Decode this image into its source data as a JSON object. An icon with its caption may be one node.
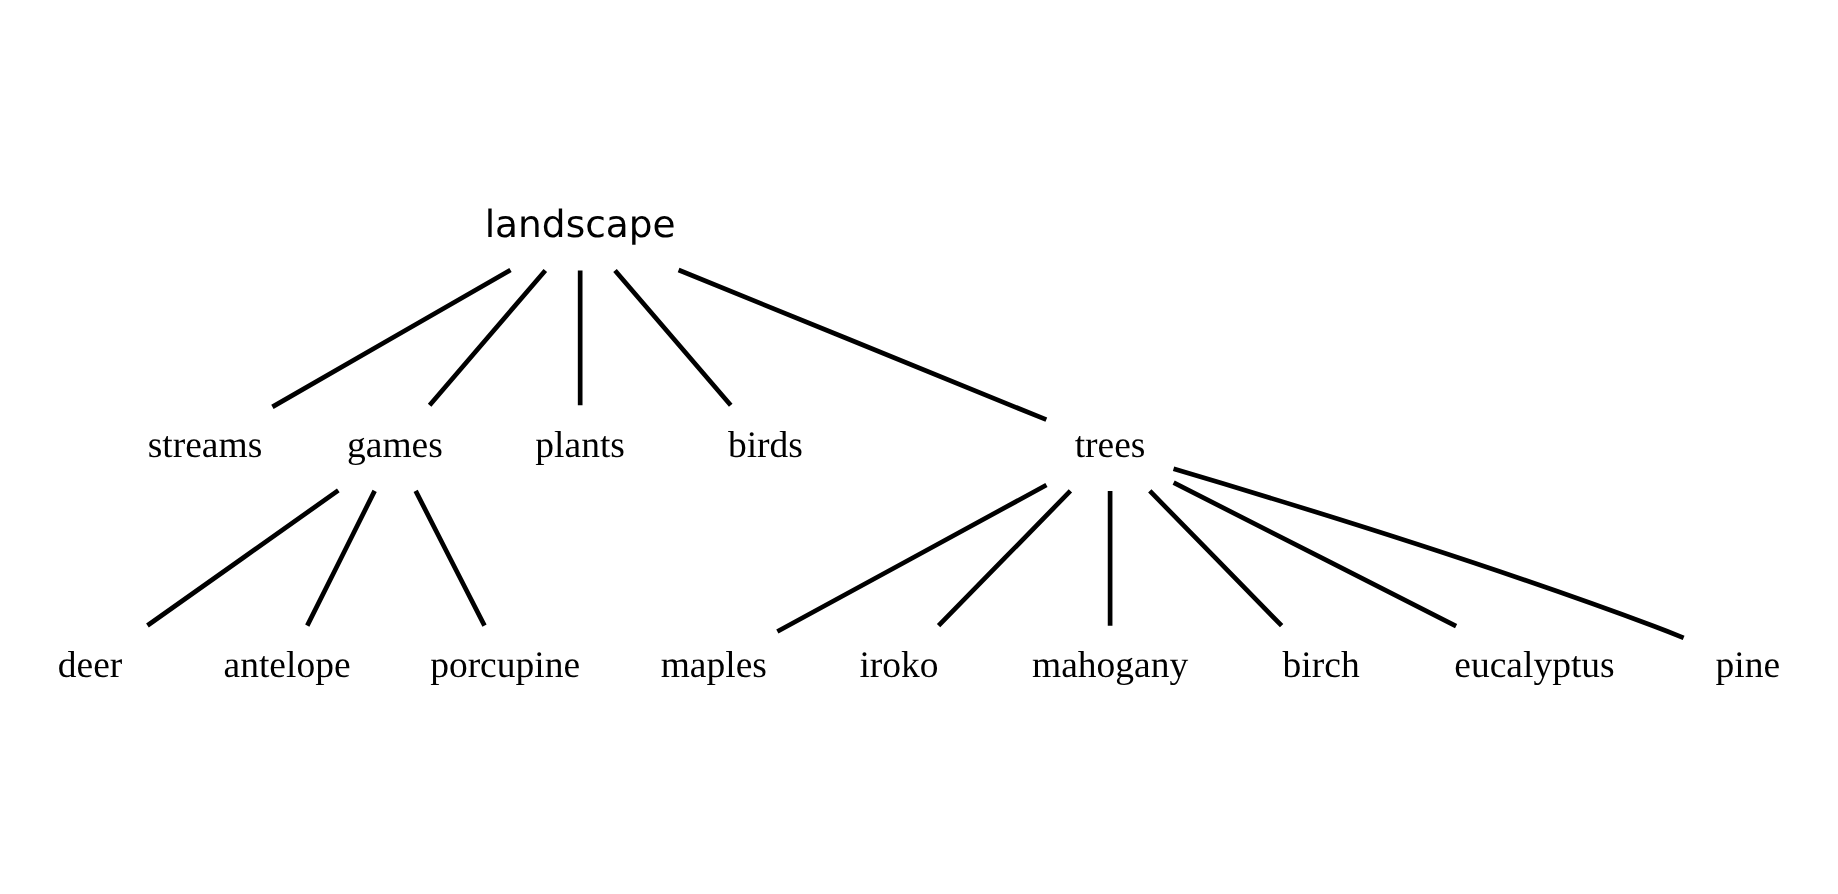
{
  "diagram": {
    "nodes": [
      {
        "text": [
          "landscape"
        ]
      },
      {
        "text": [
          "streams"
        ]
      },
      {
        "text": [
          "games"
        ]
      },
      {
        "text": [
          "plants"
        ]
      },
      {
        "text": [
          "birds"
        ]
      },
      {
        "text": [
          "trees"
        ]
      },
      {
        "text": [
          "deer"
        ]
      },
      {
        "text": [
          "antelope"
        ]
      },
      {
        "text": [
          "porcupine"
        ]
      },
      {
        "text": [
          "maples"
        ]
      },
      {
        "text": [
          "iroko"
        ]
      },
      {
        "text": [
          "mahogany"
        ]
      },
      {
        "text": [
          "birch"
        ]
      },
      {
        "text": [
          "eucalyptus"
        ]
      },
      {
        "text": [
          "pine"
        ]
      }
    ],
    "edges": [
      {
        "from": 0,
        "to": 1,
        "arrow": "none"
      },
      {
        "from": 0,
        "to": 2,
        "arrow": "none"
      },
      {
        "from": 0,
        "to": 3,
        "arrow": "none"
      },
      {
        "from": 0,
        "to": 4,
        "arrow": "none"
      },
      {
        "from": 0,
        "to": 5,
        "arrow": "none"
      },
      {
        "from": 2,
        "to": 6,
        "arrow": "none"
      },
      {
        "from": 2,
        "to": 7,
        "arrow": "none"
      },
      {
        "from": 2,
        "to": 8,
        "arrow": "none"
      },
      {
        "from": 5,
        "to": 9,
        "arrow": "none"
      },
      {
        "from": 5,
        "to": 10,
        "arrow": "none"
      },
      {
        "from": 5,
        "to": 11,
        "arrow": "none"
      },
      {
        "from": 5,
        "to": 12,
        "arrow": "none"
      },
      {
        "from": 5,
        "to": 13,
        "arrow": "none"
      },
      {
        "from": 5,
        "to": 14,
        "arrow": "none"
      }
    ]
  }
}
